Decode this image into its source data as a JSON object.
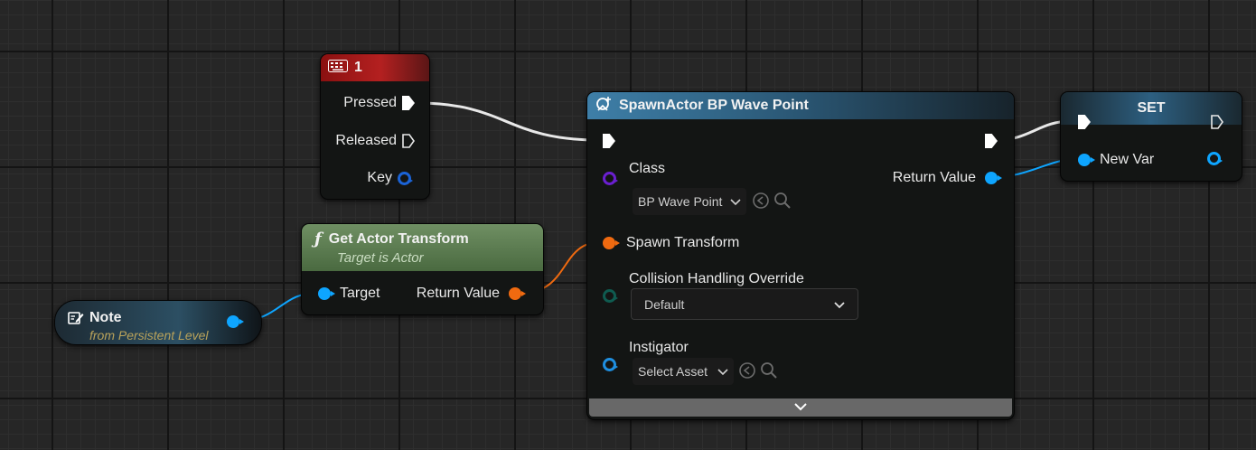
{
  "key_event": {
    "title": "1",
    "pins": {
      "pressed": "Pressed",
      "released": "Released",
      "key": "Key"
    }
  },
  "get_actor_transform": {
    "title": "Get Actor Transform",
    "subtitle": "Target is Actor",
    "pins": {
      "target": "Target",
      "return_value": "Return Value"
    }
  },
  "note_var": {
    "title": "Note",
    "subtitle": "from Persistent Level"
  },
  "spawn_actor": {
    "title": "SpawnActor BP Wave Point",
    "pins": {
      "class": "Class",
      "class_value": "BP Wave Point",
      "spawn_transform": "Spawn Transform",
      "collision": "Collision Handling Override",
      "collision_value": "Default",
      "instigator": "Instigator",
      "instigator_value": "Select Asset",
      "return_value": "Return Value"
    }
  },
  "set_node": {
    "title": "SET",
    "pins": {
      "new_var": "New Var"
    }
  },
  "colors": {
    "exec": "#ffffff",
    "object_pin": "#0ea5ff",
    "struct_pin": "#f06a10",
    "class_pin": "#6a1fd0",
    "enum_pin": "#0f5b50",
    "instigator_pin": "#1f8fe0"
  }
}
